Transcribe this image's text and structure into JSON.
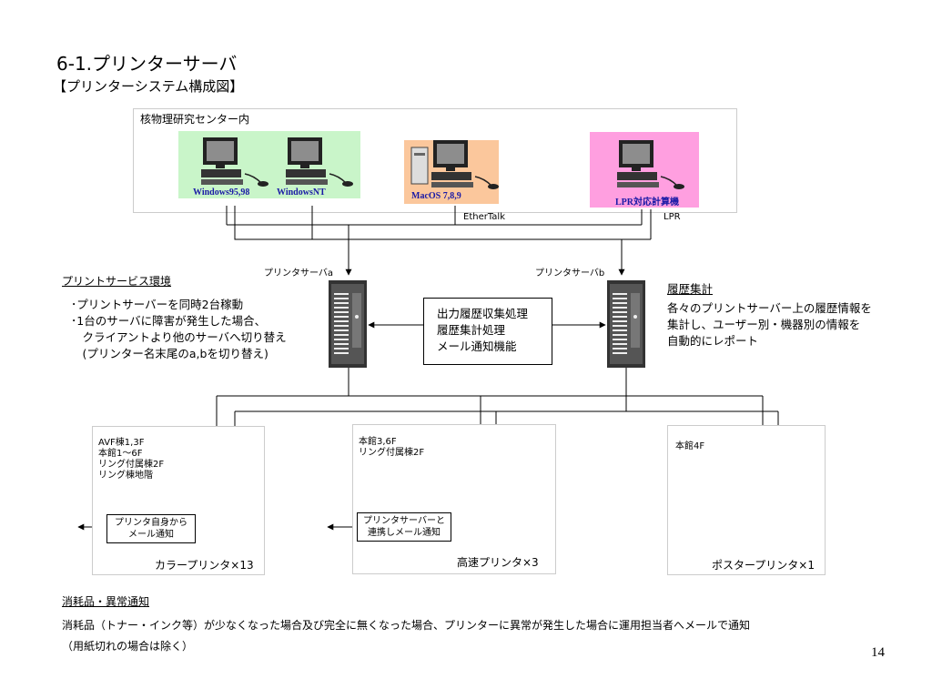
{
  "title": "6-1.プリンターサーバ",
  "subtitle": "【プリンターシステム構成図】",
  "center_box": {
    "label": "核物理研究センター内"
  },
  "clients": [
    {
      "label": "Windows95,98",
      "bg": "#c9f5c9"
    },
    {
      "label": "WindowsNT",
      "bg": "#c9f5c9"
    },
    {
      "label": "MacOS 7,8,9",
      "bg": "#fbc79c"
    },
    {
      "label": "LPR対応計算機",
      "bg": "#ff9fe0"
    }
  ],
  "network_labels": {
    "ethertalk": "EtherTalk",
    "lpr": "LPR"
  },
  "servers": {
    "a": "プリンタサーバa",
    "b": "プリンタサーバb"
  },
  "process_box": {
    "lines": [
      "出力履歴収集処理",
      "履歴集計処理",
      "メール通知機能"
    ]
  },
  "print_service": {
    "heading": "プリントサービス環境",
    "lines": [
      "･プリントサーバーを同時2台稼動",
      "･1台のサーバに障害が発生した場合、",
      "　クライアントより他のサーバへ切り替え",
      "　(プリンター名末尾のa,bを切り替え)"
    ]
  },
  "history": {
    "heading": "履歴集計",
    "lines": [
      "各々のプリントサーバー上の履歴情報を",
      "集計し、ユーザー別・機器別の情報を",
      "自動的にレポート"
    ]
  },
  "printers": [
    {
      "location_lines": [
        "AVF棟1,3F",
        "本館1～6F",
        "リング付属棟2F",
        "リング棟地階"
      ],
      "notify_lines": [
        "プリンタ自身から",
        "メール通知"
      ],
      "caption": "カラープリンタ×13"
    },
    {
      "location_lines": [
        "本館3,6F",
        "リング付属棟2F"
      ],
      "notify_lines": [
        "プリンタサーバーと",
        "連携しメール通知"
      ],
      "caption": "高速プリンタ×3"
    },
    {
      "location_lines": [
        "本館4F"
      ],
      "notify_lines": [],
      "caption": "ポスタープリンタ×1"
    }
  ],
  "consumables": {
    "heading": "消耗品・異常通知",
    "line1": "消耗品（トナー・インク等）が少なくなった場合及び完全に無くなった場合、プリンターに異常が発生した場合に運用担当者へメールで通知",
    "line2": "（用紙切れの場合は除く）"
  },
  "page_number": "14"
}
